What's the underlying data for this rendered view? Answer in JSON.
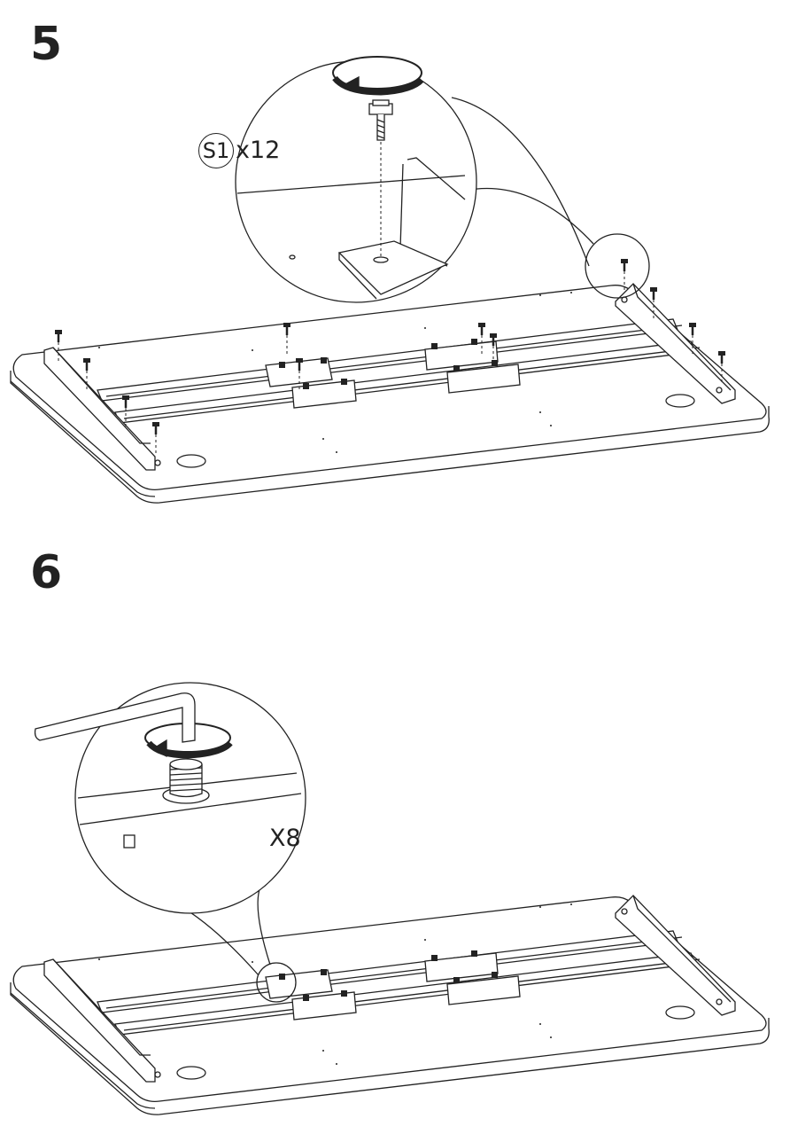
{
  "steps": [
    {
      "number": "5",
      "part_label": "S1",
      "quantity": "x12"
    },
    {
      "number": "6",
      "quantity": "X8"
    }
  ],
  "colors": {
    "line": "#222222",
    "background": "#ffffff"
  }
}
